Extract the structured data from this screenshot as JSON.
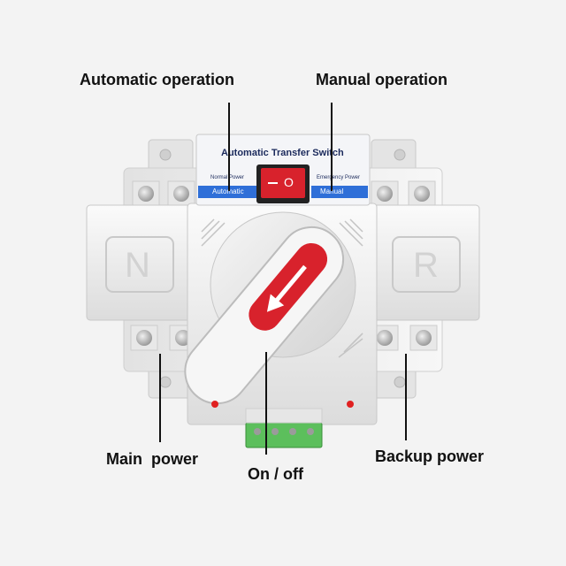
{
  "callouts": {
    "automatic": "Automatic operation",
    "manual": "Manual operation",
    "main_power": "Main  power",
    "on_off": "On / off",
    "backup_power": "Backup power"
  },
  "panel": {
    "title": "Automatic Transfer Switch",
    "normal_power": "Normal Power",
    "emergency_power": "Emergency Power",
    "automatic_tab": "Automatic",
    "manual_tab": "Manual",
    "rocker_off": "O"
  },
  "modules": {
    "left_letter": "N",
    "right_letter": "R"
  },
  "colors": {
    "accent_blue": "#2f6fd8",
    "handle_red": "#d8222c",
    "terminal_green": "#5cbf5c",
    "indicator_red": "#e02020"
  }
}
